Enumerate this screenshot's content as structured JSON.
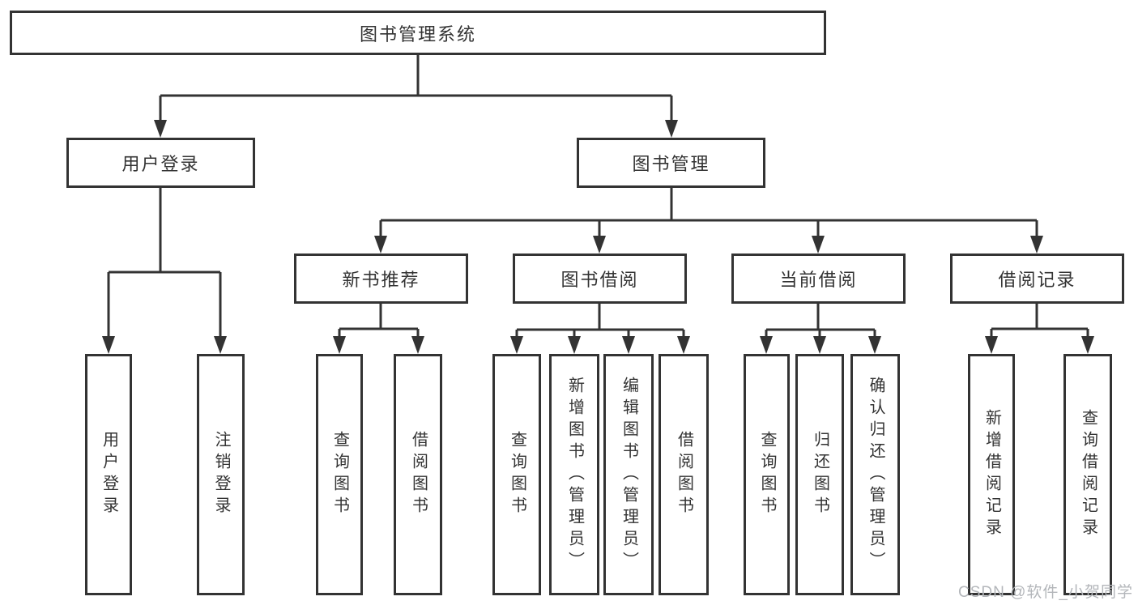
{
  "tree": {
    "root": "图书管理系统",
    "branches": {
      "user_login": "用户登录",
      "book_management": "图书管理"
    },
    "user_login_children": [
      "用户登录",
      "注销登录"
    ],
    "modules": [
      "新书推荐",
      "图书借阅",
      "当前借阅",
      "借阅记录"
    ],
    "module_children": {
      "new_book": [
        "查询图书",
        "借阅图书"
      ],
      "borrowing": [
        "查询图书",
        "新增图书（管理员）",
        "编辑图书（管理员）",
        "借阅图书"
      ],
      "current": [
        "查询图书",
        "归还图书",
        "确认归还（管理员）"
      ],
      "records": [
        "新增借阅记录",
        "查询借阅记录"
      ]
    }
  },
  "watermark": "CSDN @软件_小贺同学",
  "colors": {
    "line": "#333333",
    "box_border": "#333333",
    "text": "#333333",
    "background": "#ffffff",
    "watermark": "#b3b6ba"
  }
}
